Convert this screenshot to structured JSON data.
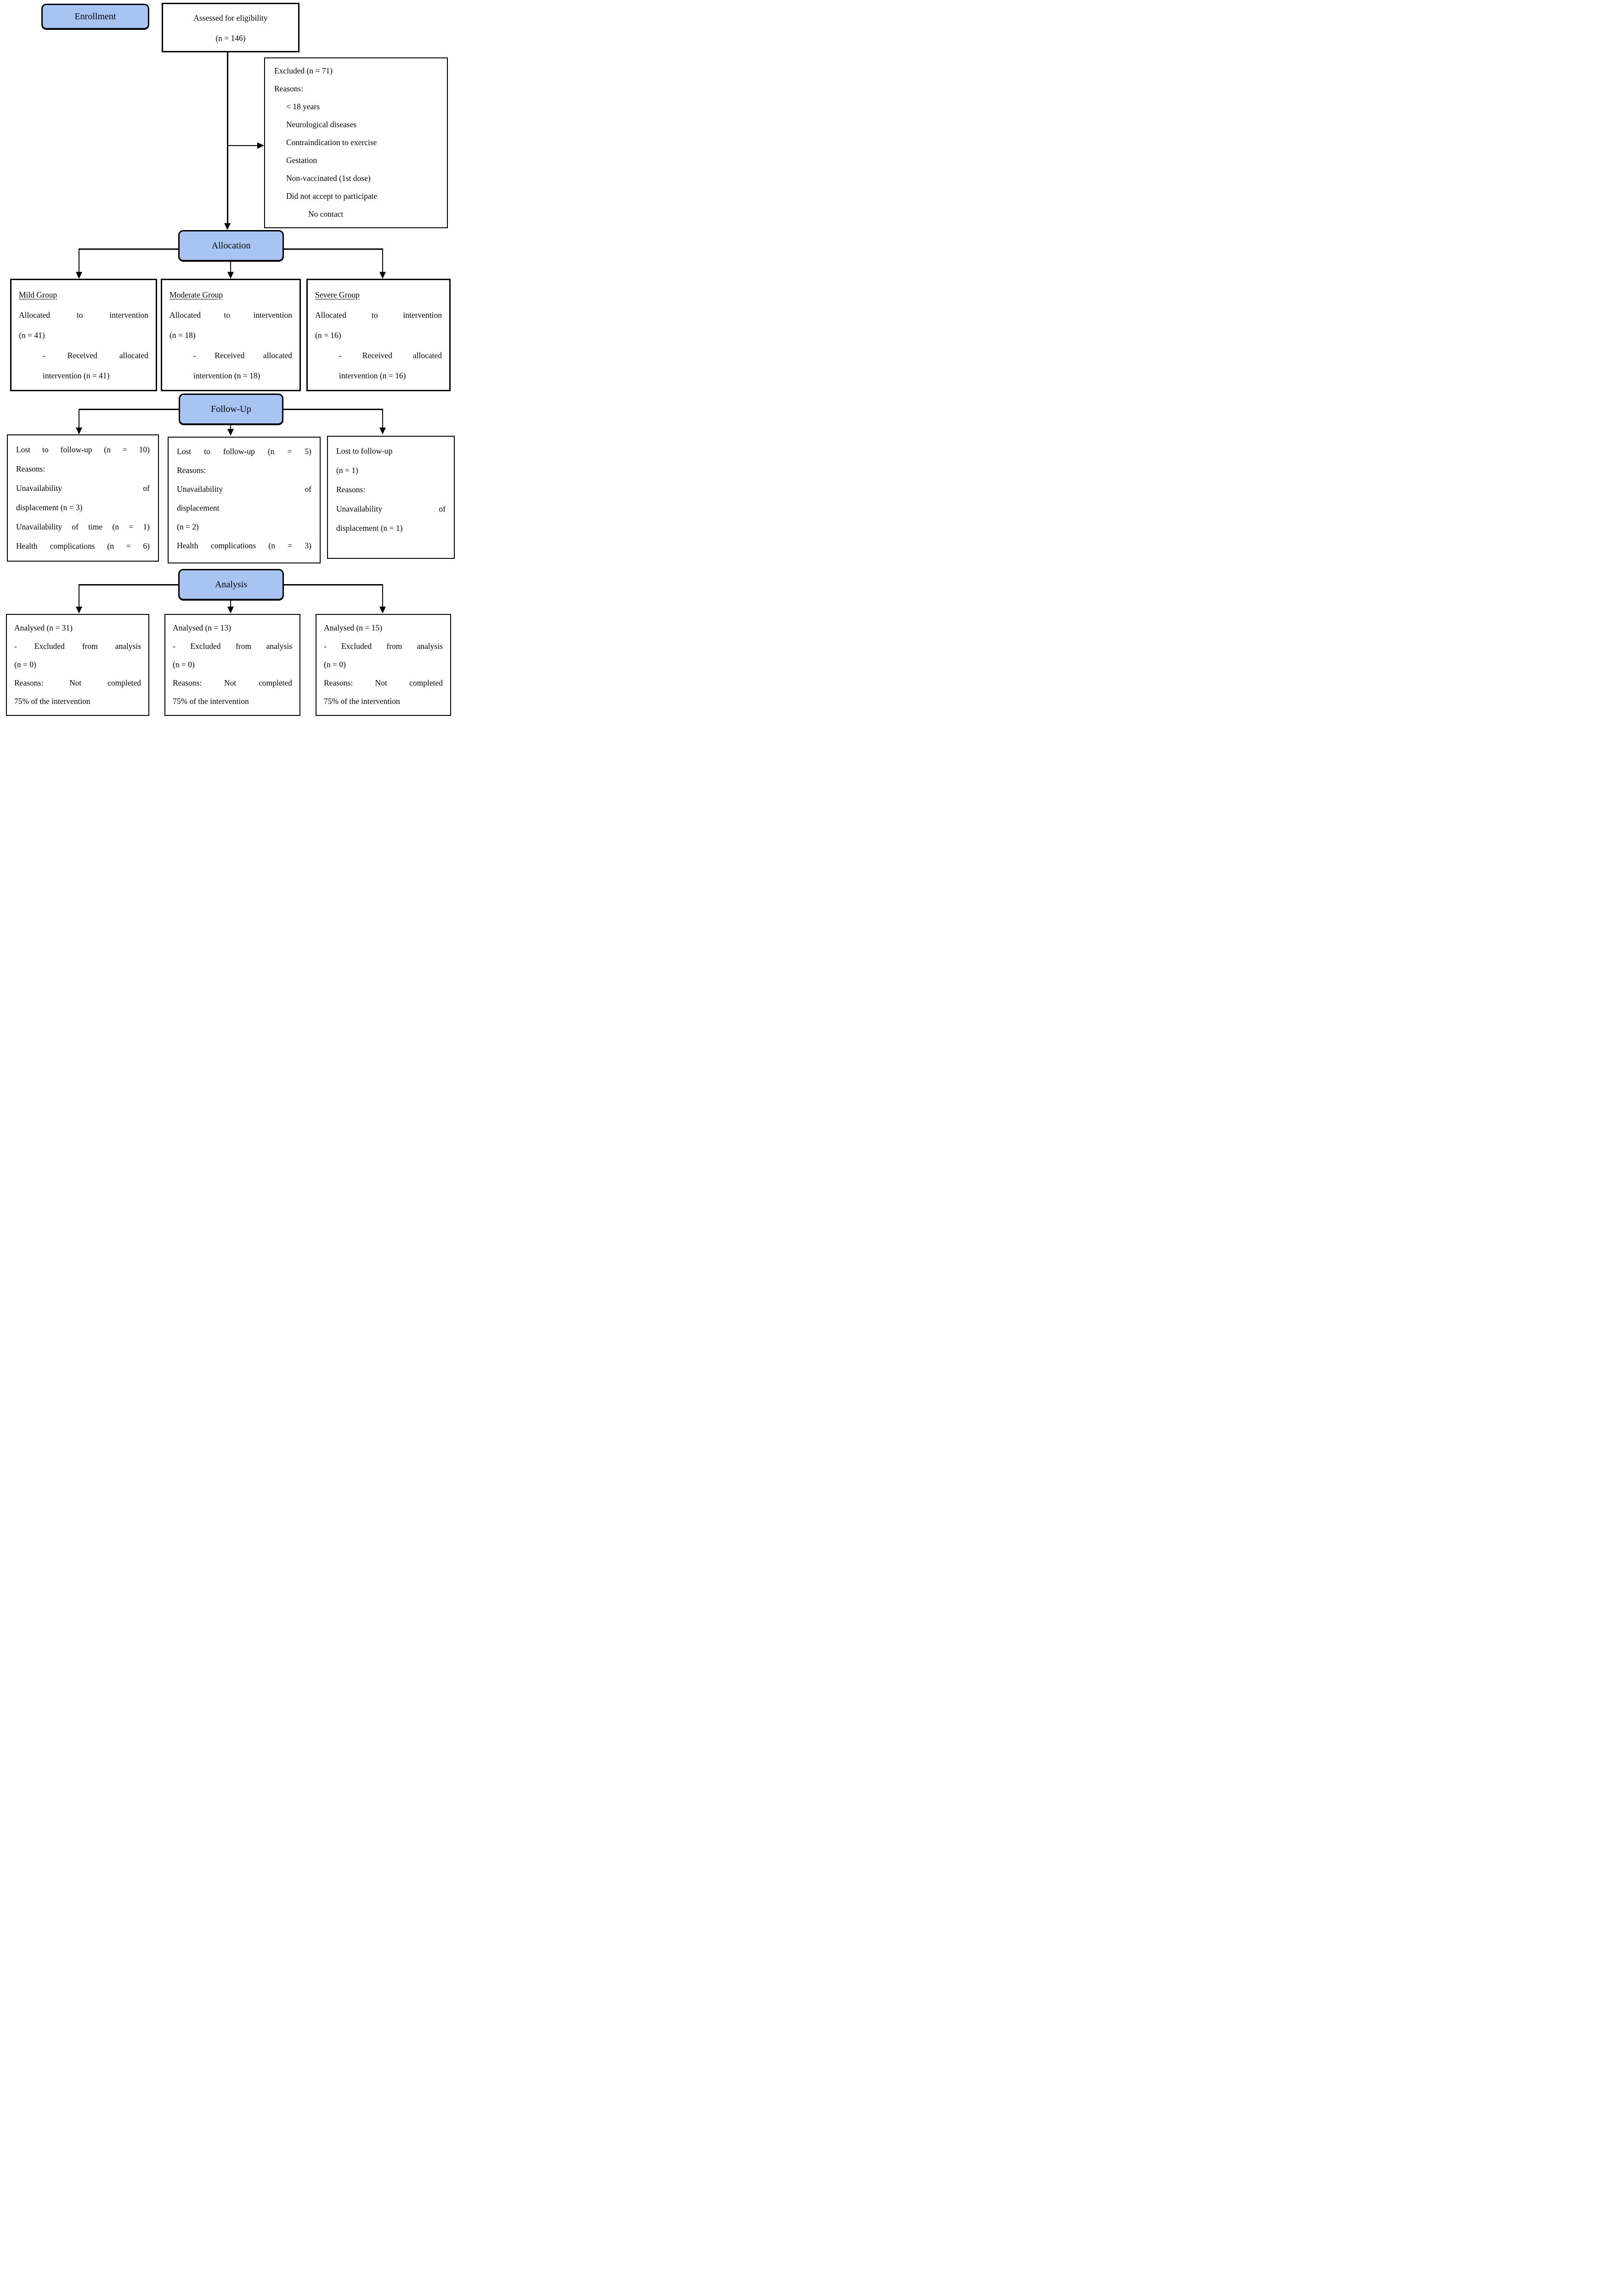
{
  "colors": {
    "stage_fill": "#a8c4f3",
    "line": "#000000"
  },
  "stages": {
    "enrollment": "Enrollment",
    "allocation": "Allocation",
    "followup": "Follow-Up",
    "analysis": "Analysis"
  },
  "assessed": {
    "line1": "Assessed for eligibility",
    "line2": "(n = 146)"
  },
  "excluded": {
    "header": "Excluded (n = 71)",
    "reasons_label": "Reasons:",
    "reasons": [
      "< 18 years",
      "Neurological diseases",
      "Contraindication to exercise",
      "Gestation",
      "Non-vaccinated (1st dose)",
      "Did not accept to participate"
    ],
    "last_reason": "No contact"
  },
  "groups": [
    {
      "title": "Mild Group",
      "allocated": "Allocated to intervention",
      "allocated_n": "(n = 41)",
      "received_1": "- Received allocated",
      "received_2": "intervention (n = 41)"
    },
    {
      "title": "Moderate Group",
      "allocated": "Allocated to intervention",
      "allocated_n": "(n = 18)",
      "received_1": "- Received allocated",
      "received_2": "intervention (n = 18)"
    },
    {
      "title": "Severe Group",
      "allocated": "Allocated to intervention",
      "allocated_n": "(n = 16)",
      "received_1": "- Received allocated",
      "received_2": "intervention (n = 16)"
    }
  ],
  "followup_boxes": [
    {
      "l1": "Lost to follow-up (n = 10)",
      "l2": "Reasons:",
      "l3": "Unavailability of",
      "l4": "displacement (n = 3)",
      "l5": "Unavailability of time (n = 1)",
      "l6": "Health complications (n = 6)"
    },
    {
      "l1": "Lost to follow-up (n = 5)",
      "l2": "Reasons:",
      "l3": "Unavailability of",
      "l4": "displacement",
      "l5": "(n = 2)",
      "l6": "Health complications (n = 3)"
    },
    {
      "l1": "Lost to follow-up",
      "l2": "(n = 1)",
      "l3": "Reasons:",
      "l4": "Unavailability of",
      "l5": "displacement (n = 1)"
    }
  ],
  "analysis_boxes": [
    {
      "l1": "Analysed (n = 31)",
      "l2": "- Excluded from analysis",
      "l3": "(n = 0)",
      "l4": "Reasons: Not completed",
      "l5": "75% of the intervention"
    },
    {
      "l1": "Analysed (n = 13)",
      "l2": "- Excluded from analysis",
      "l3": "(n = 0)",
      "l4": "Reasons: Not completed",
      "l5": "75% of the intervention"
    },
    {
      "l1": "Analysed (n = 15)",
      "l2": "- Excluded from analysis",
      "l3": "(n = 0)",
      "l4": "Reasons: Not completed",
      "l5": "75% of the intervention"
    }
  ]
}
